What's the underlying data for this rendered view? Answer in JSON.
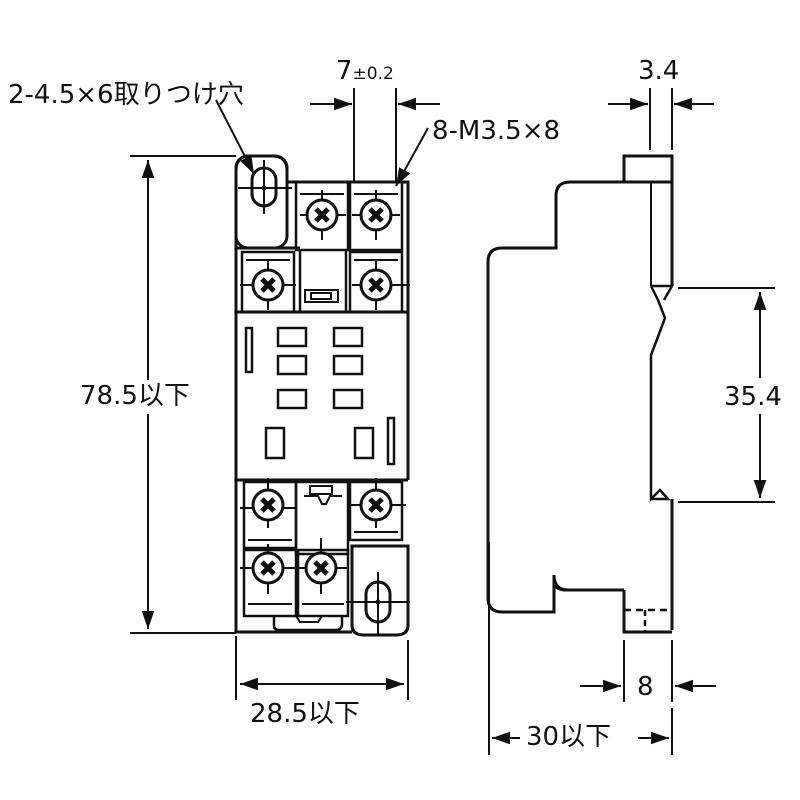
{
  "drawing": {
    "subject": "relay socket dimensional drawing",
    "line_color": "#111111",
    "background": "#ffffff",
    "front_view": {
      "mounting_hole_label": "2-4.5×6取りつけ穴",
      "pitch_value": "7",
      "pitch_tolerance": "±0.2",
      "screw_label": "8-M3.5×8",
      "height_label": "78.5以下",
      "width_label": "28.5以下"
    },
    "side_view": {
      "rail_hook_width_label": "3.4",
      "rail_width_label": "35.4",
      "foot_width_label": "8",
      "depth_label": "30以下"
    }
  }
}
